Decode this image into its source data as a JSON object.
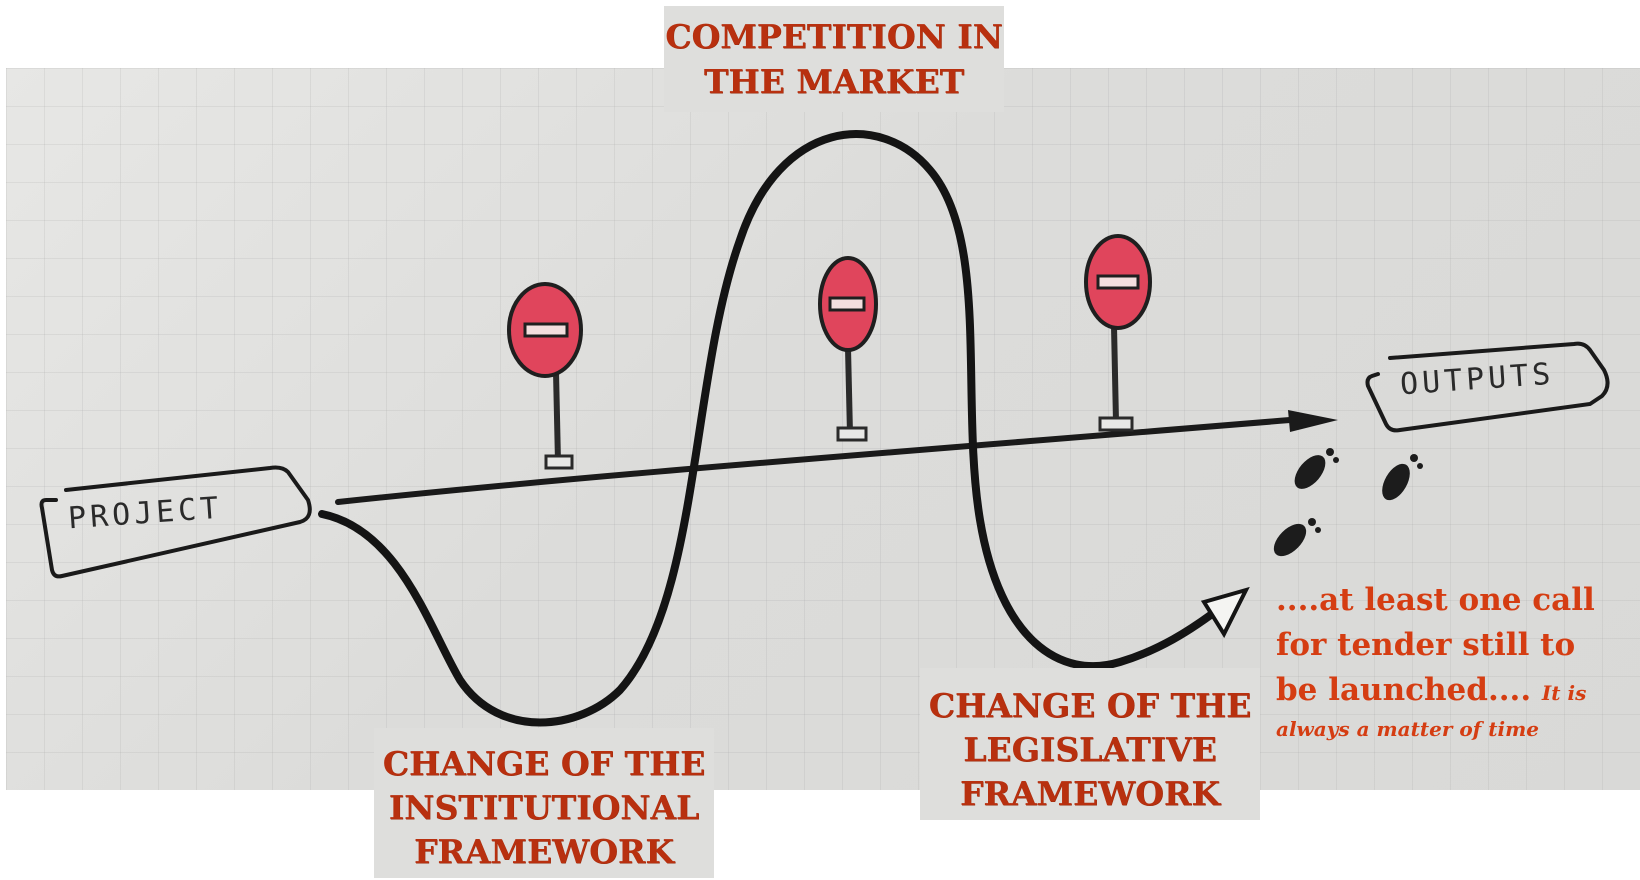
{
  "labels": {
    "competition": [
      "COMPETITION IN",
      "THE MARKET"
    ],
    "institutional": [
      "CHANGE OF THE",
      "INSTITUTIONAL",
      "FRAMEWORK"
    ],
    "legislative": [
      "CHANGE OF THE",
      "LEGISLATIVE",
      "FRAMEWORK"
    ]
  },
  "nodes": {
    "project": "PROJECT",
    "outputs": "OUTPUTS"
  },
  "note": {
    "line1": "....at least one call",
    "line2": "for tender still to",
    "line3": "be launched....",
    "italic_inline": "It is",
    "italic_line": "always a matter of time"
  },
  "colors": {
    "label_text": "#b8300f",
    "note_text": "#d53d12",
    "sign_red": "#e0455c",
    "ink": "#1a1a1a"
  },
  "icons": [
    "no-entry-sign-icon",
    "footprints-icon"
  ]
}
